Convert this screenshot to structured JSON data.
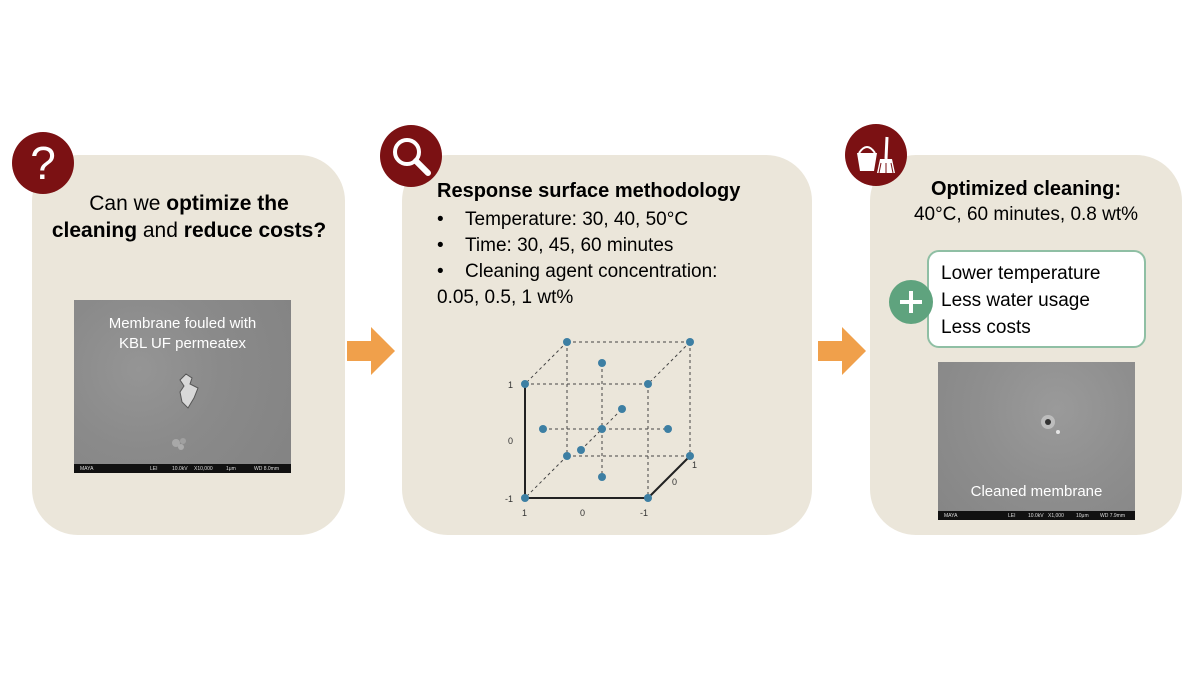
{
  "panel1": {
    "question_parts": [
      {
        "text": "Can we ",
        "bold": false
      },
      {
        "text": "optimize the cleaning",
        "bold": true
      },
      {
        "text": " and ",
        "bold": false
      },
      {
        "text": "reduce costs?",
        "bold": true
      }
    ],
    "image_label_line1": "Membrane fouled with",
    "image_label_line2": "KBL UF permeatex",
    "scale_bar": [
      "MAYA",
      "LEI",
      "10.0kV",
      "X10,000",
      "1μm",
      "WD 8.0mm"
    ],
    "badge_icon": "question-mark-icon"
  },
  "panel2": {
    "title": "Response surface methodology",
    "bullet": "•",
    "items": [
      "Temperature: 30, 40, 50°C",
      "Time: 30, 45, 60 minutes",
      "Cleaning agent concentration:"
    ],
    "item_continuation": "0.05, 0.5, 1 wt%",
    "badge_icon": "magnifier-icon",
    "design_axis_labels": {
      "vertical": [
        "1",
        "0",
        "-1"
      ],
      "bottom": [
        "1",
        "0",
        "-1"
      ],
      "depth": [
        "1",
        "0"
      ]
    }
  },
  "panel3": {
    "title": "Optimized cleaning:",
    "params": "40°C, 60 minutes, 0.8 wt%",
    "benefits": [
      "Lower temperature",
      "Less water usage",
      "Less costs"
    ],
    "image_label": "Cleaned membrane",
    "scale_bar": [
      "MAYA",
      "LEI",
      "10.0kV",
      "X1,000",
      "10μm",
      "WD 7.9mm"
    ],
    "badge_icon": "bucket-broom-icon",
    "plus_icon": "plus-icon"
  },
  "colors": {
    "panel_bg": "#ebe6da",
    "badge": "#7b1113",
    "arrow": "#f0a04b",
    "cube_point": "#3d7fa3",
    "plus": "#5fa37e",
    "benefit_border": "#8fbfa4"
  },
  "arrow_icon": "arrow-right-icon"
}
